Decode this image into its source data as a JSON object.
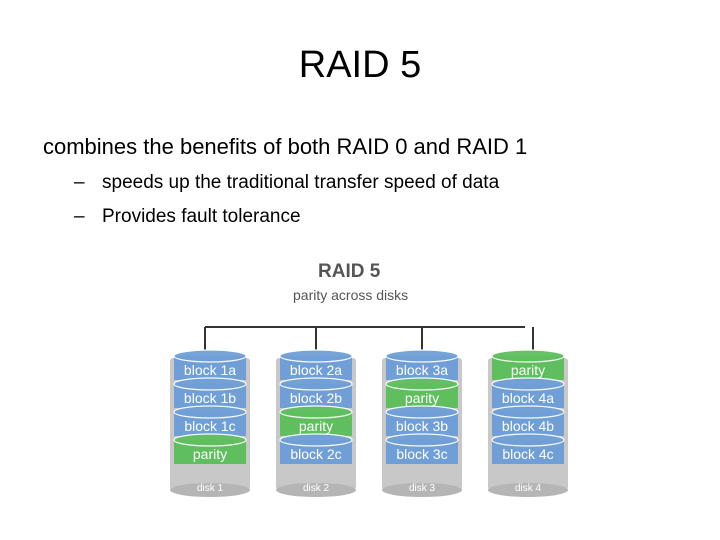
{
  "slide": {
    "title": "RAID 5",
    "bullet": "combines the benefits of both RAID 0 and RAID 1",
    "sub_bullets": [
      "speeds up the traditional transfer speed of data",
      "Provides fault tolerance"
    ],
    "dash": "–"
  },
  "diagram": {
    "title": "RAID 5",
    "subtitle": "parity across disks",
    "colors": {
      "data_block": "#6f9fd6",
      "parity_block": "#5fbf5f",
      "disk_body": "#c8c8c8",
      "line": "#333333"
    },
    "disks": [
      {
        "label": "disk 1",
        "blocks": [
          {
            "text": "block 1a",
            "type": "data"
          },
          {
            "text": "block 1b",
            "type": "data"
          },
          {
            "text": "block 1c",
            "type": "data"
          },
          {
            "text": "parity",
            "type": "parity"
          }
        ]
      },
      {
        "label": "disk 2",
        "blocks": [
          {
            "text": "block 2a",
            "type": "data"
          },
          {
            "text": "block 2b",
            "type": "data"
          },
          {
            "text": "parity",
            "type": "parity"
          },
          {
            "text": "block 2c",
            "type": "data"
          }
        ]
      },
      {
        "label": "disk 3",
        "blocks": [
          {
            "text": "block 3a",
            "type": "data"
          },
          {
            "text": "parity",
            "type": "parity"
          },
          {
            "text": "block 3b",
            "type": "data"
          },
          {
            "text": "block 3c",
            "type": "data"
          }
        ]
      },
      {
        "label": "disk 4",
        "blocks": [
          {
            "text": "parity",
            "type": "parity"
          },
          {
            "text": "block 4a",
            "type": "data"
          },
          {
            "text": "block 4b",
            "type": "data"
          },
          {
            "text": "block 4c",
            "type": "data"
          }
        ]
      }
    ]
  }
}
